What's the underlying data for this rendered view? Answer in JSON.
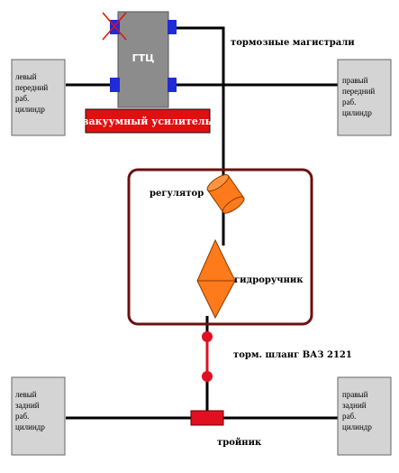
{
  "labels": {
    "gtc": "ГТЦ",
    "vacuum_booster": "вакуумный усилитель",
    "brake_lines": "тормозные магистрали",
    "regulator": "регулятор",
    "hydro_handbrake": "гидроручник",
    "brake_hose": "торм. шланг ВАЗ 2121",
    "tee": "тройник"
  },
  "cylinders": {
    "front_left": [
      "левый",
      "передний",
      "раб.",
      "цилиндр"
    ],
    "front_right": [
      "правый",
      "передний",
      "раб.",
      "цилиндр"
    ],
    "rear_left": [
      "левый",
      "задний",
      "раб.",
      "цилиндр"
    ],
    "rear_right": [
      "правый",
      "задний",
      "раб.",
      "цилиндр"
    ]
  },
  "colors": {
    "line": "#000000",
    "cylinder_fill": "#d4d4d4",
    "gtc_fill": "#8c8c8c",
    "port_blue": "#1f2bd6",
    "booster_red": "#e01010",
    "orange": "#ff7a1a",
    "frame_maroon": "#6b1010",
    "hose_red": "#e01020"
  }
}
